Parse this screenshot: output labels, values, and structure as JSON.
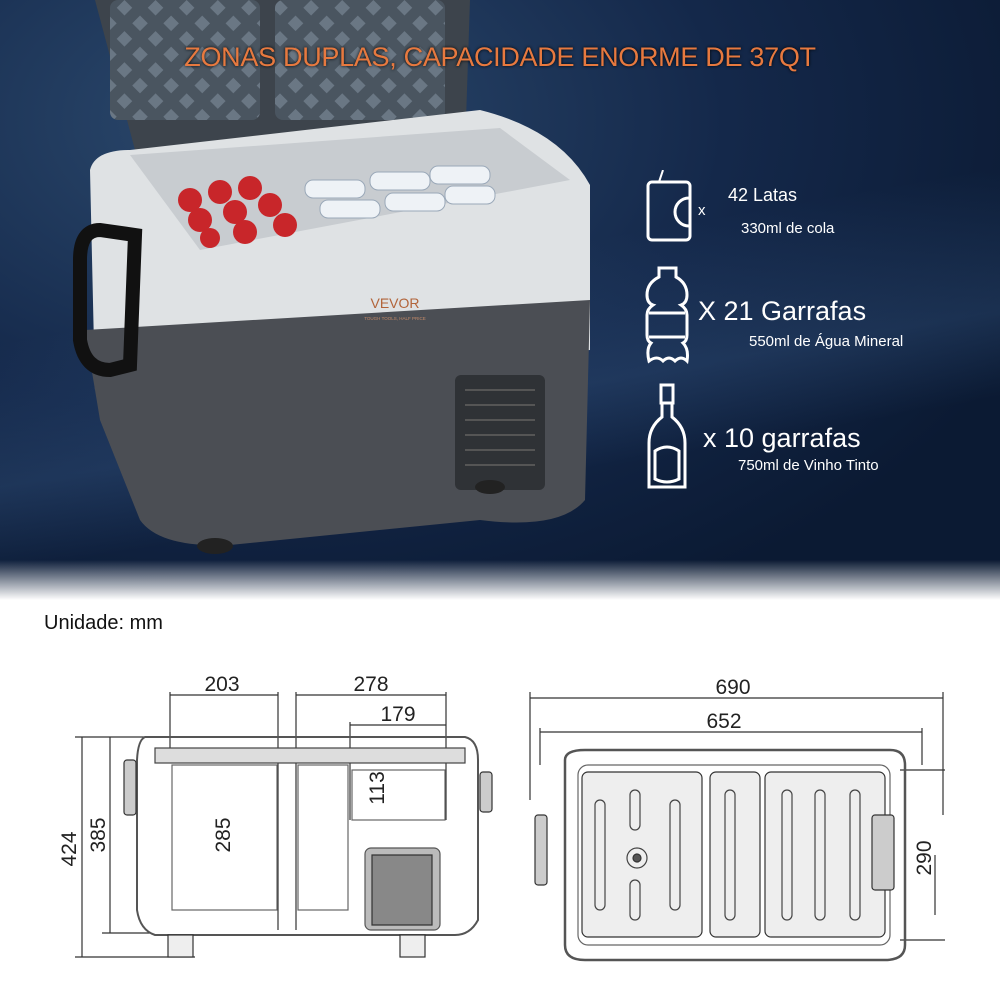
{
  "title": "ZONAS DUPLAS, CAPACIDADE ENORME DE 37QT",
  "brand": {
    "logo": "VEVOR",
    "tagline": "TOUGH TOOLS, HALF PRICE"
  },
  "capacity": [
    {
      "icon": "can-icon",
      "prefix": "x",
      "count": "42 Latas",
      "detail": "330ml de cola"
    },
    {
      "icon": "water-bottle-icon",
      "count": "X 21 Garrafas",
      "detail": "550ml de Água Mineral"
    },
    {
      "icon": "wine-bottle-icon",
      "count": "x 10 garrafas",
      "detail": "750ml de Vinho Tinto"
    }
  ],
  "unit_label": "Unidade: mm",
  "dimensions": {
    "side": {
      "left_zone_width": "203",
      "right_zone_width": "278",
      "upper_right_width": "179",
      "total_height": "424",
      "body_height": "385",
      "inner_height": "285",
      "upper_right_height": "113"
    },
    "top": {
      "overall_length": "690",
      "body_length": "652",
      "depth": "290"
    }
  },
  "colors": {
    "title": "#e7793f",
    "background": "#14284a"
  }
}
